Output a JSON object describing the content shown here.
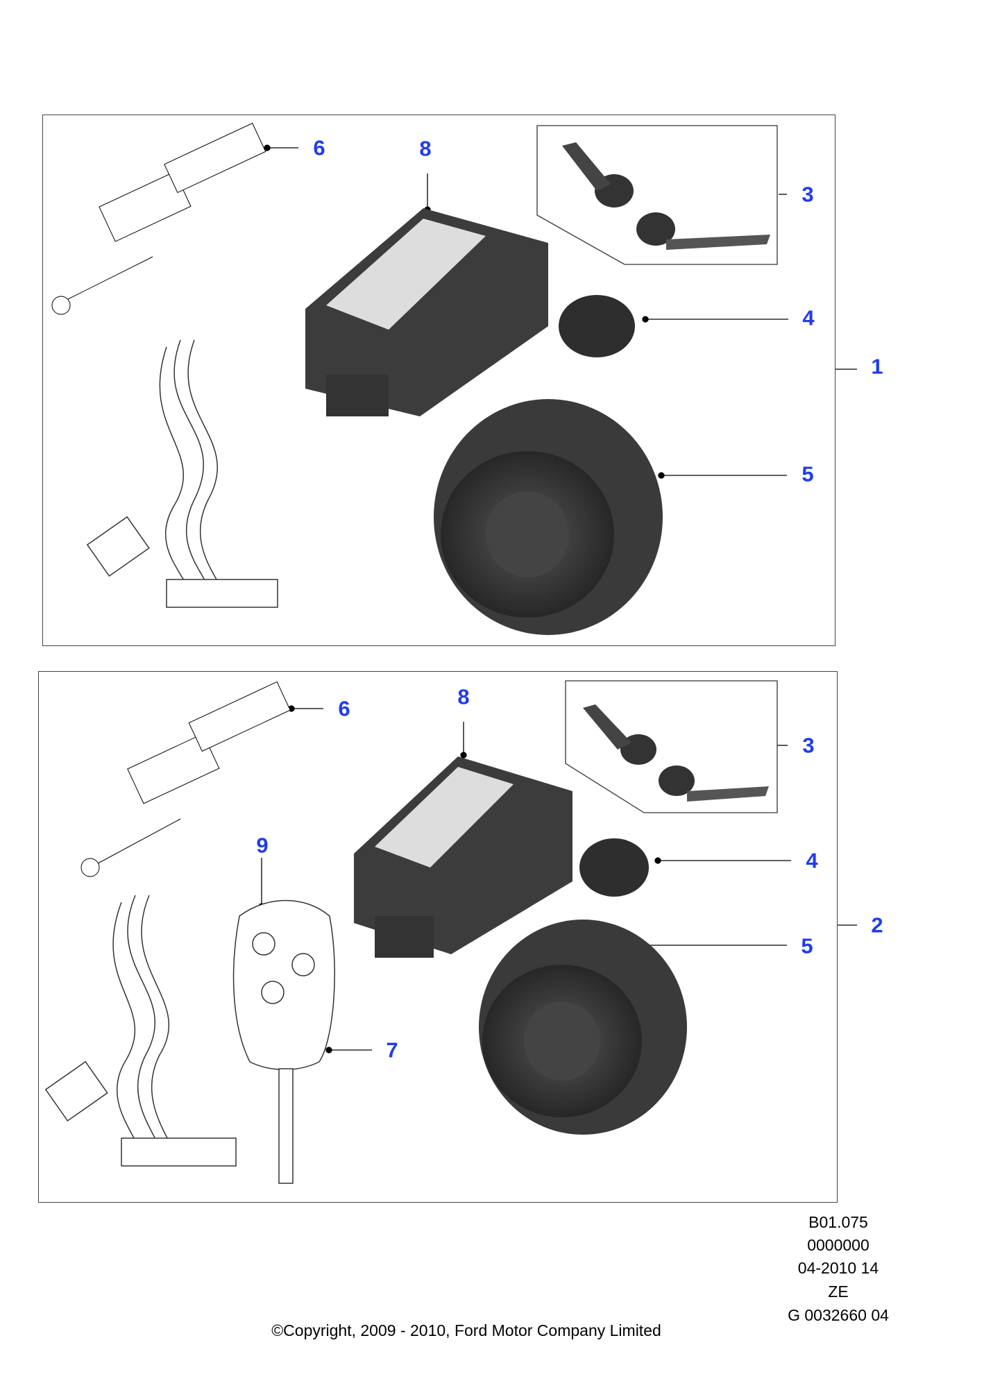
{
  "diagram": {
    "panels": [
      {
        "group_label": "1",
        "callouts": {
          "switch": "6",
          "module": "8",
          "sensors": "3",
          "tilt_sensor": "4",
          "siren": "5"
        }
      },
      {
        "group_label": "2",
        "callouts": {
          "switch": "6",
          "module": "8",
          "sensors": "3",
          "key_callout": "9",
          "tilt_sensor": "4",
          "siren": "5",
          "key": "7"
        }
      }
    ],
    "colors": {
      "callout_text": "#1f3cf0",
      "frame": "#444444",
      "part_dark": "#3a3a3a"
    }
  },
  "footer": {
    "lines": [
      "B01.075",
      "0000000",
      "04-2010 14",
      "ZE",
      "G 0032660 04"
    ],
    "copyright": "©Copyright, 2009 - 2010, Ford Motor Company Limited"
  }
}
